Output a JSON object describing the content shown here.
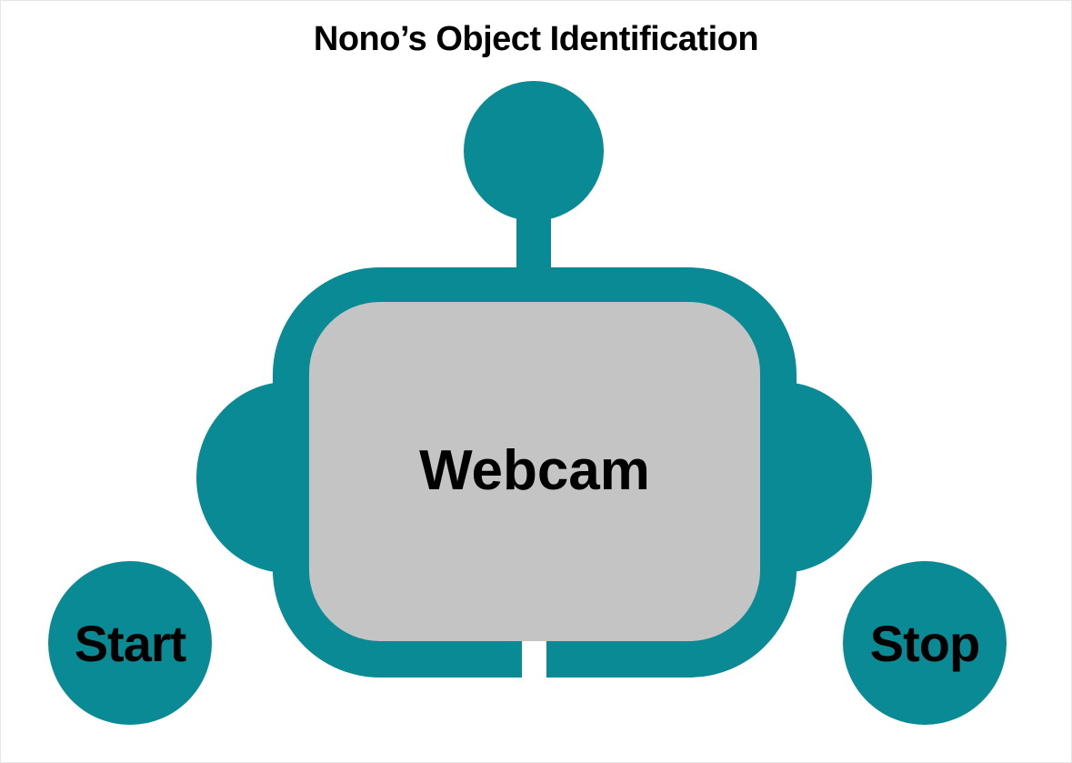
{
  "app": {
    "title": "Nono’s Object Identification"
  },
  "webcam": {
    "label": "Webcam"
  },
  "controls": {
    "start_label": "Start",
    "stop_label": "Stop"
  },
  "colors": {
    "accent": "#098a94",
    "webcam_background": "#c4c4c4",
    "background": "#ffffff",
    "text": "#000000"
  }
}
